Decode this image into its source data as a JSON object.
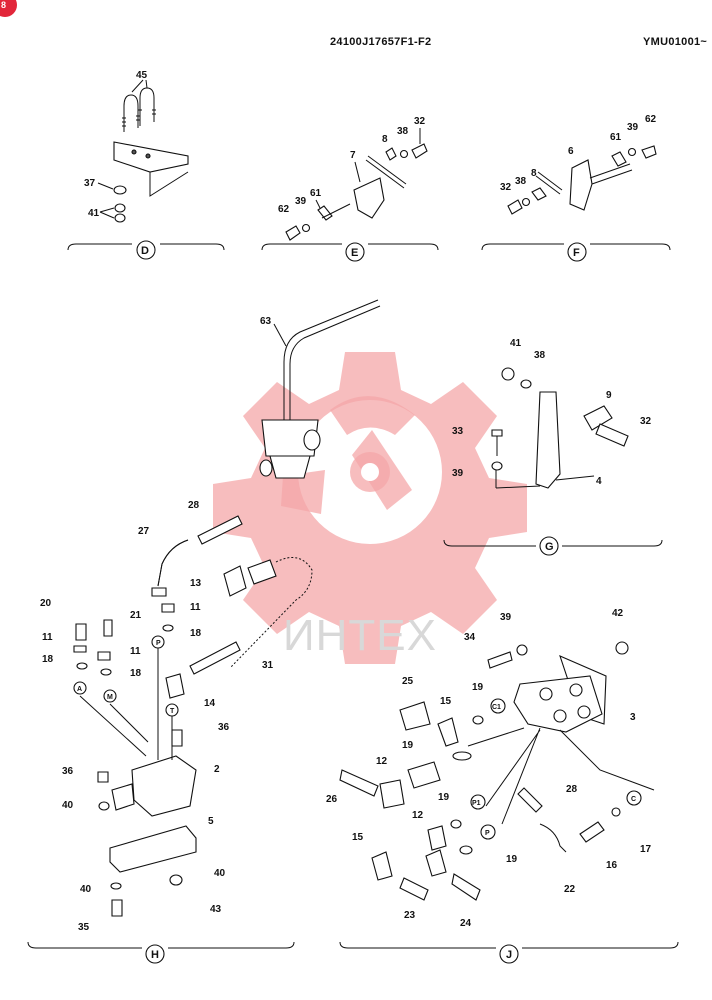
{
  "header": {
    "doc_number": "24100J17657F1-F2",
    "model_code": "YMU01001~",
    "badge": "8"
  },
  "watermark": {
    "text": "ИНТЕХ"
  },
  "views": {
    "D": "D",
    "E": "E",
    "F": "F",
    "G": "G",
    "H": "H",
    "J": "J"
  },
  "ports": {
    "A": "A",
    "M": "M",
    "P": "P",
    "T": "T",
    "C1": "C1",
    "P1": "P1",
    "P2": "P",
    "C": "C"
  },
  "labels": {
    "d45": "45",
    "d37": "37",
    "d41": "41",
    "e7": "7",
    "e8": "8",
    "e38": "38",
    "e32": "32",
    "e39": "39",
    "e61": "61",
    "e62": "62",
    "f6": "6",
    "f61": "61",
    "f39": "39",
    "f62": "62",
    "f32": "32",
    "f38": "38",
    "f8": "8",
    "m63": "63",
    "g41": "41",
    "g38": "38",
    "g9": "9",
    "g32": "32",
    "g33": "33",
    "g39": "39",
    "g4": "4",
    "h28": "28",
    "h27": "27",
    "h13": "13",
    "h11a": "11",
    "h18a": "18",
    "h20": "20",
    "h21": "21",
    "h11b": "11",
    "h11c": "11",
    "h18b": "18",
    "h18c": "18",
    "h31": "31",
    "h14": "14",
    "h36a": "36",
    "h2": "2",
    "h36b": "36",
    "h40a": "40",
    "h5": "5",
    "h40b": "40",
    "h40c": "40",
    "h43": "43",
    "h35": "35",
    "j39": "39",
    "j42": "42",
    "j34": "34",
    "j25": "25",
    "j15a": "15",
    "j19a": "19",
    "j3": "3",
    "j19b": "19",
    "j12a": "12",
    "j26": "26",
    "j19c": "19",
    "j28": "28",
    "j12b": "12",
    "j15b": "15",
    "j17": "17",
    "j16": "16",
    "j19d": "19",
    "j22": "22",
    "j23": "23",
    "j24": "24"
  }
}
